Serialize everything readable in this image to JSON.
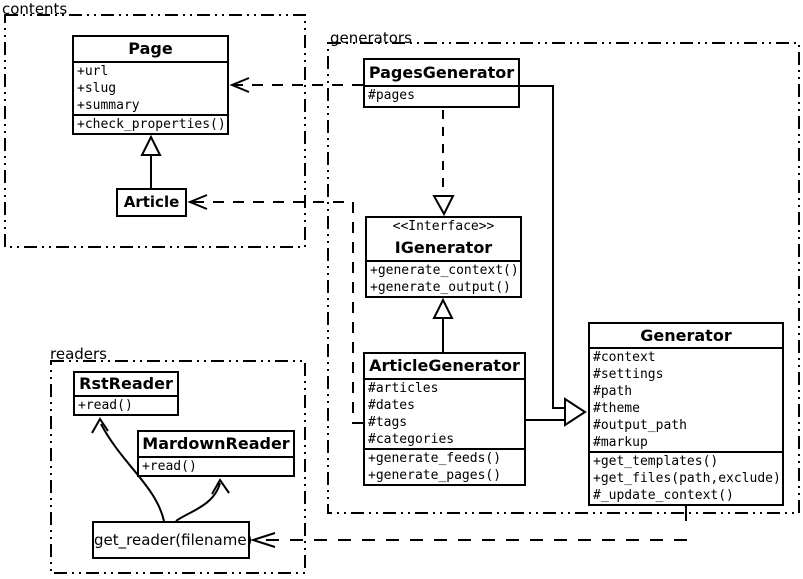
{
  "diagram": {
    "packages": {
      "contents": {
        "label": "contents"
      },
      "generators": {
        "label": "generators"
      },
      "readers": {
        "label": "readers"
      }
    },
    "classes": {
      "page": {
        "name": "Page",
        "attributes": [
          "+url",
          "+slug",
          "+summary"
        ],
        "methods": [
          "+check_properties()"
        ]
      },
      "article": {
        "name": "Article"
      },
      "pages_generator": {
        "name": "PagesGenerator",
        "attributes": [
          "#pages"
        ]
      },
      "igenerator": {
        "stereotype": "<<Interface>>",
        "name": "IGenerator",
        "methods": [
          "+generate_context()",
          "+generate_output()"
        ]
      },
      "article_generator": {
        "name": "ArticleGenerator",
        "attributes": [
          "#articles",
          "#dates",
          "#tags",
          "#categories"
        ],
        "methods": [
          "+generate_feeds()",
          "+generate_pages()"
        ]
      },
      "generator": {
        "name": "Generator",
        "attributes": [
          "#context",
          "#settings",
          "#path",
          "#theme",
          "#output_path",
          "#markup"
        ],
        "methods": [
          "+get_templates()",
          "+get_files(path,exclude)",
          "#_update_context()"
        ]
      },
      "rst_reader": {
        "name": "RstReader",
        "methods": [
          "+read()"
        ]
      },
      "mardown_reader": {
        "name": "MardownReader",
        "methods": [
          "+read()"
        ]
      },
      "get_reader": {
        "label": "get_reader(filename)"
      }
    },
    "relations": [
      {
        "from": "Article",
        "to": "Page",
        "type": "inheritance"
      },
      {
        "from": "PagesGenerator",
        "to": "Page",
        "type": "dependency"
      },
      {
        "from": "ArticleGenerator",
        "to": "Article",
        "type": "dependency"
      },
      {
        "from": "PagesGenerator",
        "to": "IGenerator",
        "type": "realization"
      },
      {
        "from": "ArticleGenerator",
        "to": "IGenerator",
        "type": "inheritance"
      },
      {
        "from": "PagesGenerator",
        "to": "Generator",
        "type": "inheritance"
      },
      {
        "from": "ArticleGenerator",
        "to": "Generator",
        "type": "inheritance"
      },
      {
        "from": "generators",
        "to": "get_reader(filename)",
        "type": "dependency"
      },
      {
        "from": "get_reader(filename)",
        "to": "RstReader",
        "type": "call"
      },
      {
        "from": "get_reader(filename)",
        "to": "MardownReader",
        "type": "call"
      }
    ],
    "colors": {
      "line": "#000000",
      "background": "#ffffff"
    }
  }
}
